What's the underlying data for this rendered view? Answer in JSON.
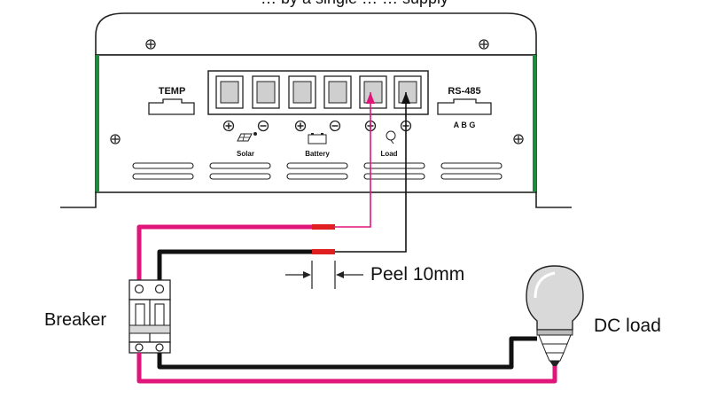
{
  "header_caption": "… by a single … … supply",
  "controller": {
    "temp_label": "TEMP",
    "rs485_label": "RS-485",
    "rs485_pins": "A  B  G",
    "groups": [
      {
        "label": "Solar"
      },
      {
        "label": "Battery"
      },
      {
        "label": "Load"
      }
    ],
    "plus_symbol": "+",
    "minus_symbol": "−"
  },
  "labels": {
    "breaker": "Breaker",
    "dc_load": "DC load",
    "peel": "Peel 10mm"
  },
  "colors": {
    "positive_wire": "#e0157a",
    "negative_wire": "#111111",
    "wire_tip": "#e02020",
    "panel_edge": "#1f8a3a",
    "outline": "#222222"
  },
  "icons": [
    "solar-panel-icon",
    "battery-icon",
    "lamp-icon",
    "screw-icon",
    "bulb-icon",
    "breaker-icon"
  ]
}
